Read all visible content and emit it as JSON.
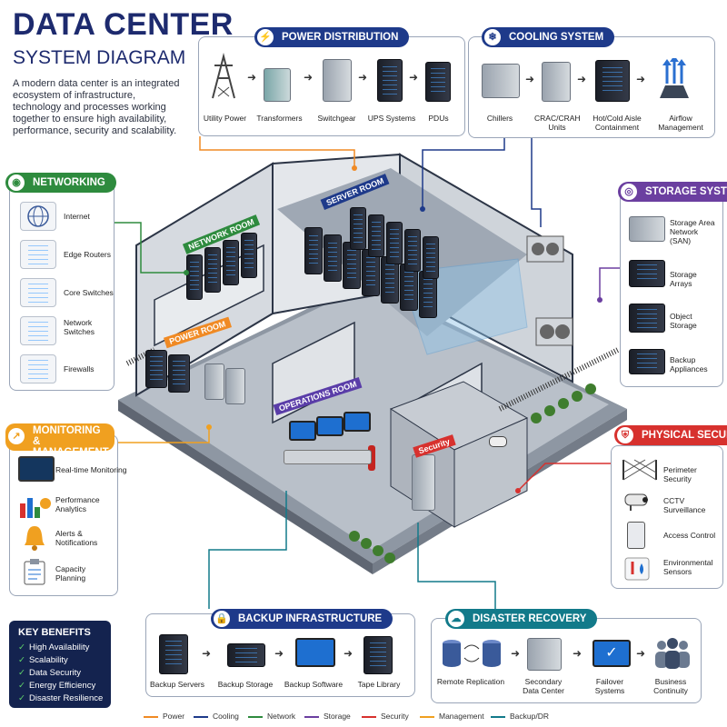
{
  "header": {
    "title_line1": "DATA CENTER",
    "title_line2": "SYSTEM DIAGRAM",
    "intro": "A modern data center is an integrated ecosystem of infrastructure, technology and processes working together to ensure high availability, performance, security and scalability."
  },
  "colors": {
    "power": "#f08a24",
    "cooling": "#1e3a8a",
    "network": "#2e8b3e",
    "storage": "#6b3fa0",
    "security": "#d7312e",
    "management": "#f0a020",
    "backup": "#127a8a",
    "title": "#1d2a6e"
  },
  "power": {
    "title": "POWER DISTRIBUTION",
    "icon": "lightning-icon",
    "items": [
      "Utility Power",
      "Transformers",
      "Switchgear",
      "UPS Systems",
      "PDUs"
    ]
  },
  "cooling": {
    "title": "COOLING SYSTEM",
    "icon": "snowflake-icon",
    "items": [
      "Chillers",
      "CRAC/CRAH Units",
      "Hot/Cold Aisle Containment",
      "Airflow Management"
    ]
  },
  "networking": {
    "title": "NETWORKING",
    "icon": "network-icon",
    "items": [
      "Internet",
      "Edge Routers",
      "Core Switches",
      "Network Switches",
      "Firewalls"
    ]
  },
  "storage": {
    "title": "STORAGE SYSTEM",
    "icon": "database-icon",
    "items": [
      "Storage Area Network (SAN)",
      "Storage Arrays",
      "Object Storage",
      "Backup Appliances"
    ]
  },
  "monitoring": {
    "title": "MONITORING & MANAGEMENT",
    "icon": "chart-icon",
    "items": [
      "Real-time Monitoring",
      "Performance Analytics",
      "Alerts & Notifications",
      "Capacity Planning"
    ]
  },
  "security": {
    "title": "PHYSICAL SECURITY",
    "icon": "shield-icon",
    "items": [
      "Perimeter Security",
      "CCTV Surveillance",
      "Access Control",
      "Environmental Sensors"
    ]
  },
  "backup": {
    "title": "BACKUP INFRASTRUCTURE",
    "icon": "lock-icon",
    "items": [
      "Backup Servers",
      "Backup Storage",
      "Backup Software",
      "Tape Library"
    ]
  },
  "dr": {
    "title": "DISASTER RECOVERY",
    "icon": "cloud-icon",
    "items": [
      "Remote Replication",
      "Secondary Data Center",
      "Failover Systems",
      "Business Continuity"
    ]
  },
  "rooms": {
    "network": "NETWORK ROOM",
    "server": "SERVER ROOM",
    "power": "POWER ROOM",
    "operations": "OPERATIONS ROOM",
    "security": "Security"
  },
  "benefits": {
    "title": "KEY BENEFITS",
    "items": [
      "High Availability",
      "Scalability",
      "Data Security",
      "Energy Efficiency",
      "Disaster Resilience"
    ]
  },
  "legend": [
    "Power",
    "Cooling",
    "Network",
    "Storage",
    "Security",
    "Management",
    "Backup/DR"
  ]
}
